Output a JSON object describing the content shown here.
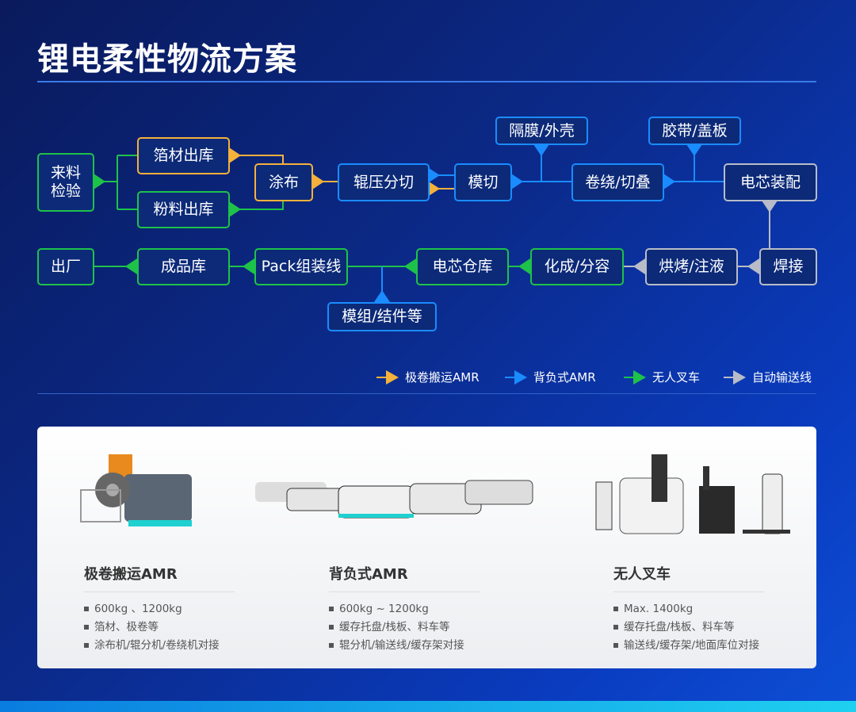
{
  "title": "锂电柔性物流方案",
  "colors": {
    "green": "#1ec24a",
    "orange": "#f4b13c",
    "blue": "#1a8cff",
    "gray": "#b8bcc8"
  },
  "nodes": {
    "incoming": "来料检验",
    "foil_out": "箔材出库",
    "powder_out": "粉料出库",
    "coating": "涂布",
    "rolling": "辊压分切",
    "die_cut": "模切",
    "separator": "隔膜/外壳",
    "winding": "卷绕/切叠",
    "tape": "胶带/盖板",
    "assembly": "电芯装配",
    "ship": "出厂",
    "finished": "成品库",
    "pack": "Pack组装线",
    "cell_wh": "电芯仓库",
    "formation": "化成/分容",
    "baking": "烘烤/注液",
    "welding": "焊接",
    "module": "模组/结件等"
  },
  "legend": [
    "极卷搬运AMR",
    "背负式AMR",
    "无人叉车",
    "自动输送线"
  ],
  "products": [
    {
      "name": "极卷搬运AMR",
      "specs": [
        "600kg 、1200kg",
        "箔材、极卷等",
        "涂布机/辊分机/卷绕机对接"
      ]
    },
    {
      "name": "背负式AMR",
      "specs": [
        "600kg ~ 1200kg",
        "缓存托盘/栈板、料车等",
        "辊分机/输送线/缓存架对接"
      ]
    },
    {
      "name": "无人叉车",
      "specs": [
        "Max. 1400kg",
        "缓存托盘/栈板、料车等",
        "输送线/缓存架/地面库位对接"
      ]
    }
  ]
}
